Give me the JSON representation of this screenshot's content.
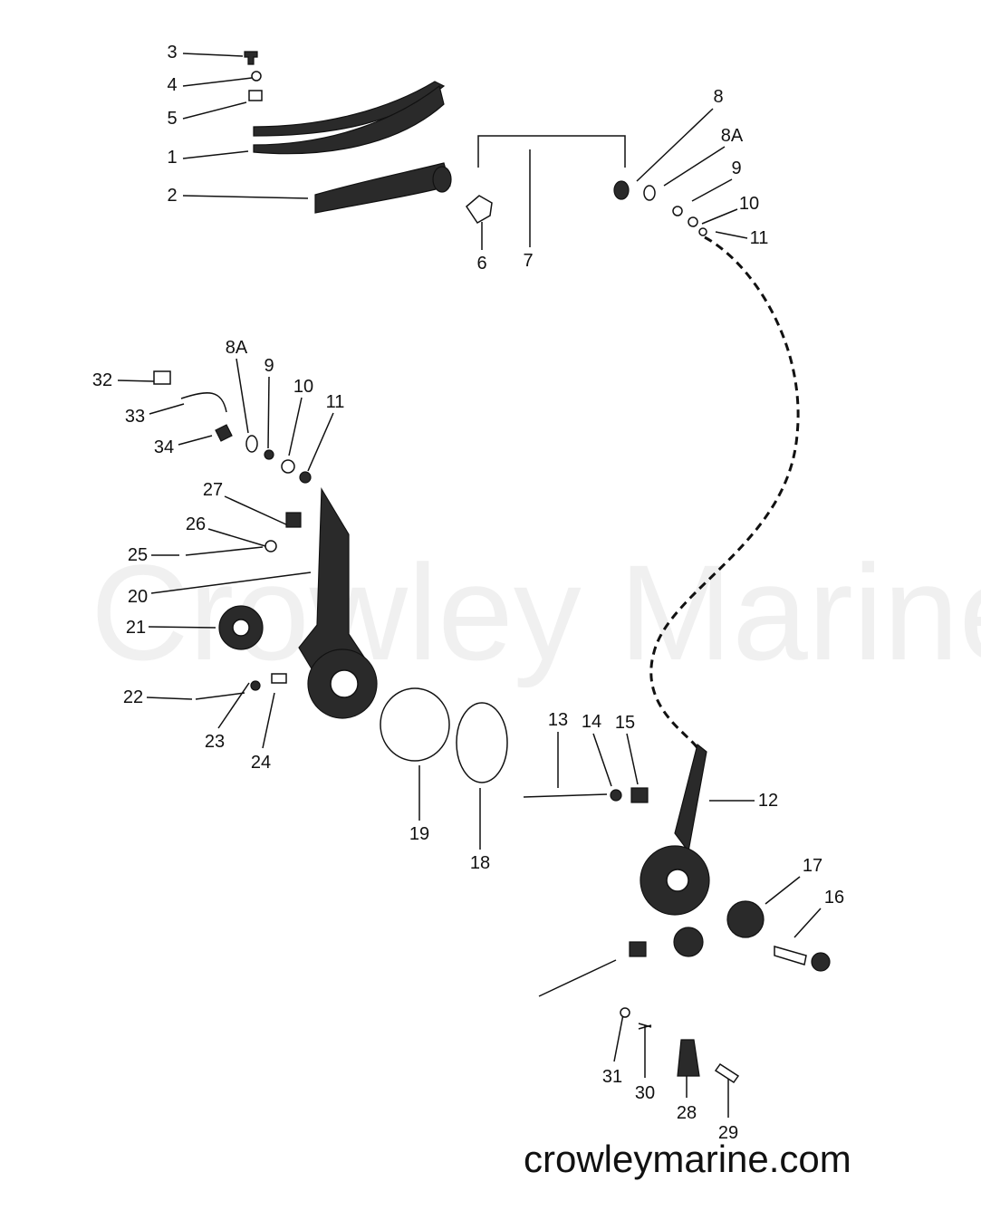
{
  "watermark": "Crowley Marine",
  "website": "crowleymarine.com",
  "callouts": [
    "3",
    "4",
    "5",
    "1",
    "2",
    "6",
    "7",
    "8",
    "8A",
    "9",
    "10",
    "11",
    "32",
    "33",
    "34",
    "8A",
    "9",
    "10",
    "11",
    "27",
    "26",
    "25",
    "20",
    "21",
    "22",
    "23",
    "24",
    "19",
    "18",
    "13",
    "14",
    "15",
    "12",
    "17",
    "16",
    "31",
    "30",
    "28",
    "29"
  ]
}
